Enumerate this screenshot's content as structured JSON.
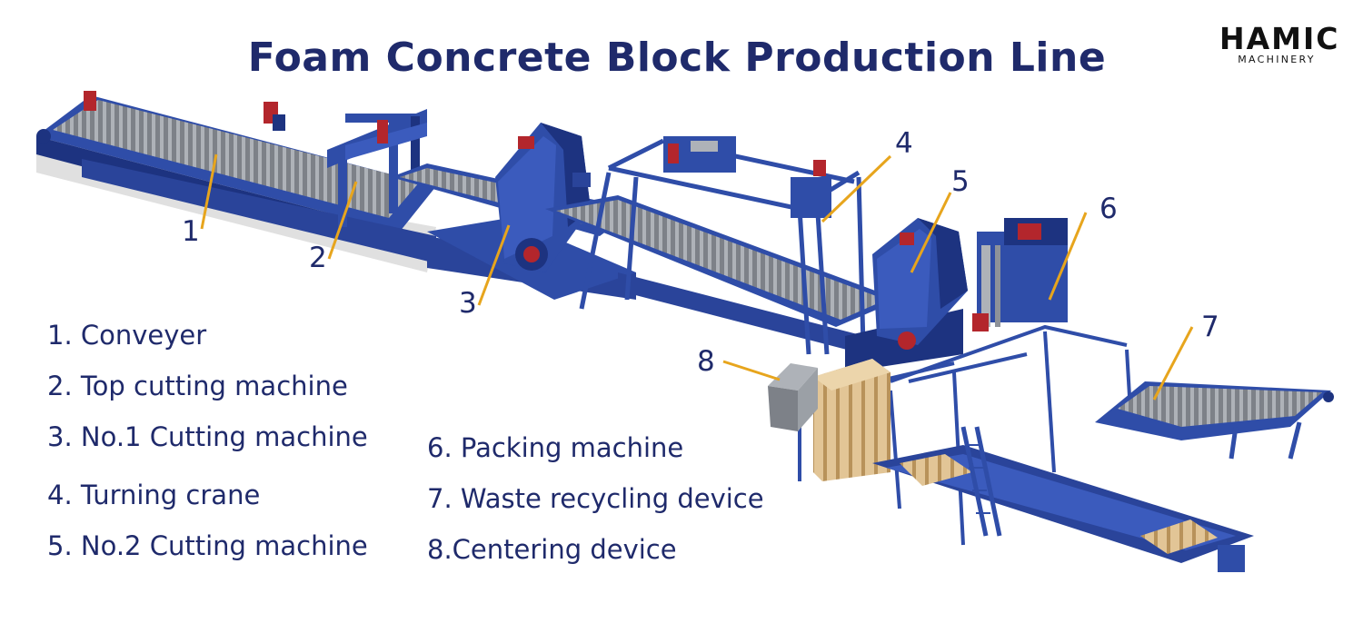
{
  "title": "Foam Concrete Block Production Line",
  "logo": {
    "mark": "HAMIC",
    "sub": "MACHINERY"
  },
  "callouts": [
    "1",
    "2",
    "3",
    "4",
    "5",
    "6",
    "7",
    "8"
  ],
  "legend": [
    "1. Conveyer",
    "2. Top cutting machine",
    "3. No.1 Cutting machine",
    "4. Turning crane",
    "5. No.2 Cutting machine",
    "6. Packing machine",
    "7. Waste recycling device",
    "8.Centering device"
  ],
  "colors": {
    "title": "#1f2a6b",
    "machine": "#2f4da8",
    "machine_dark": "#1d3380",
    "roller": "#8e9299",
    "leader_line": "#e7a51d",
    "motor": "#b3262c",
    "pallet": "#d9b98a"
  }
}
